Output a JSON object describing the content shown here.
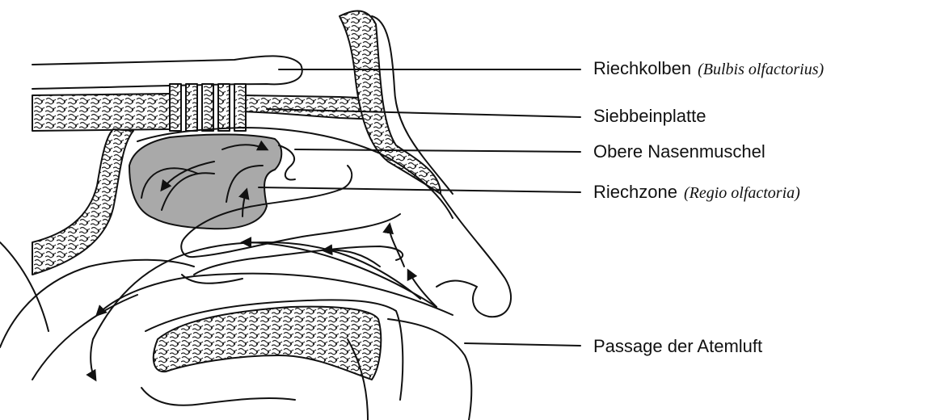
{
  "labels": {
    "riechkolben": {
      "name": "Riechkolben",
      "latin": "(Bulbis olfactorius)"
    },
    "siebbeinplatte": {
      "name": "Siebbeinplatte"
    },
    "obere_nasenmuschel": {
      "name": "Obere Nasenmuschel"
    },
    "riechzone": {
      "name": "Riechzone",
      "latin": "(Regio olfactoria)"
    },
    "passage": {
      "name": "Passage der Atemluft"
    }
  },
  "colors": {
    "ink": "#111111",
    "olfactory_region": "#a9a9a9",
    "background": "#ffffff"
  }
}
